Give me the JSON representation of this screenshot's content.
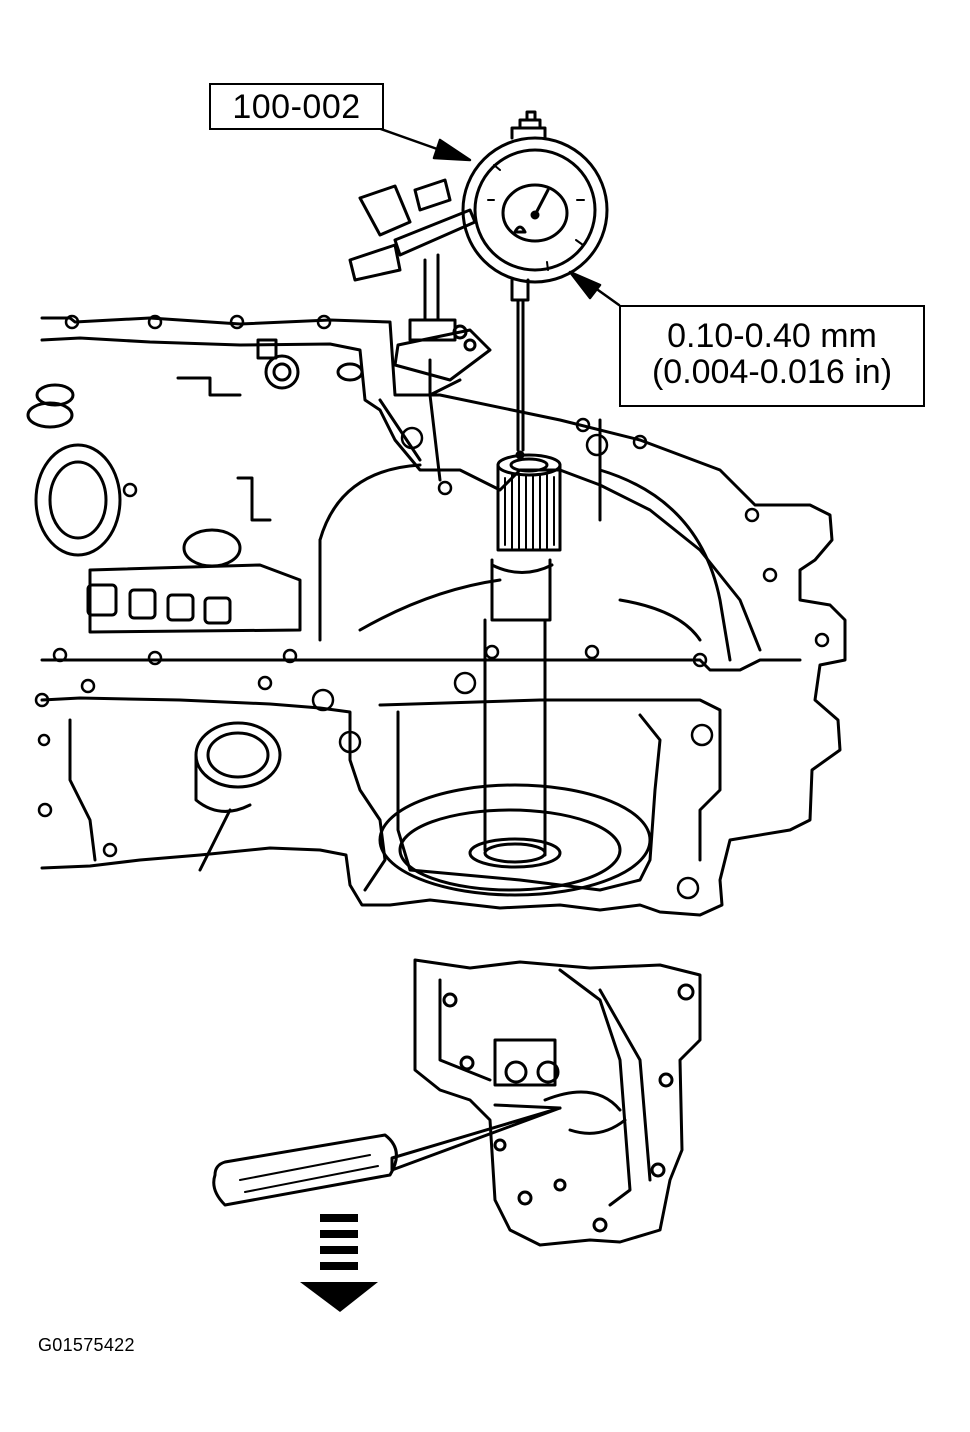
{
  "tool_label": "100-002",
  "spec": {
    "metric": "0.10-0.40 mm",
    "imperial": "(0.004-0.016 in)"
  },
  "figure_id": "G01575422",
  "colors": {
    "line": "#000000",
    "background": "#ffffff"
  },
  "icons": [
    "dial-indicator-icon",
    "magnetic-base-icon",
    "screwdriver-icon",
    "direction-arrow-icon"
  ]
}
